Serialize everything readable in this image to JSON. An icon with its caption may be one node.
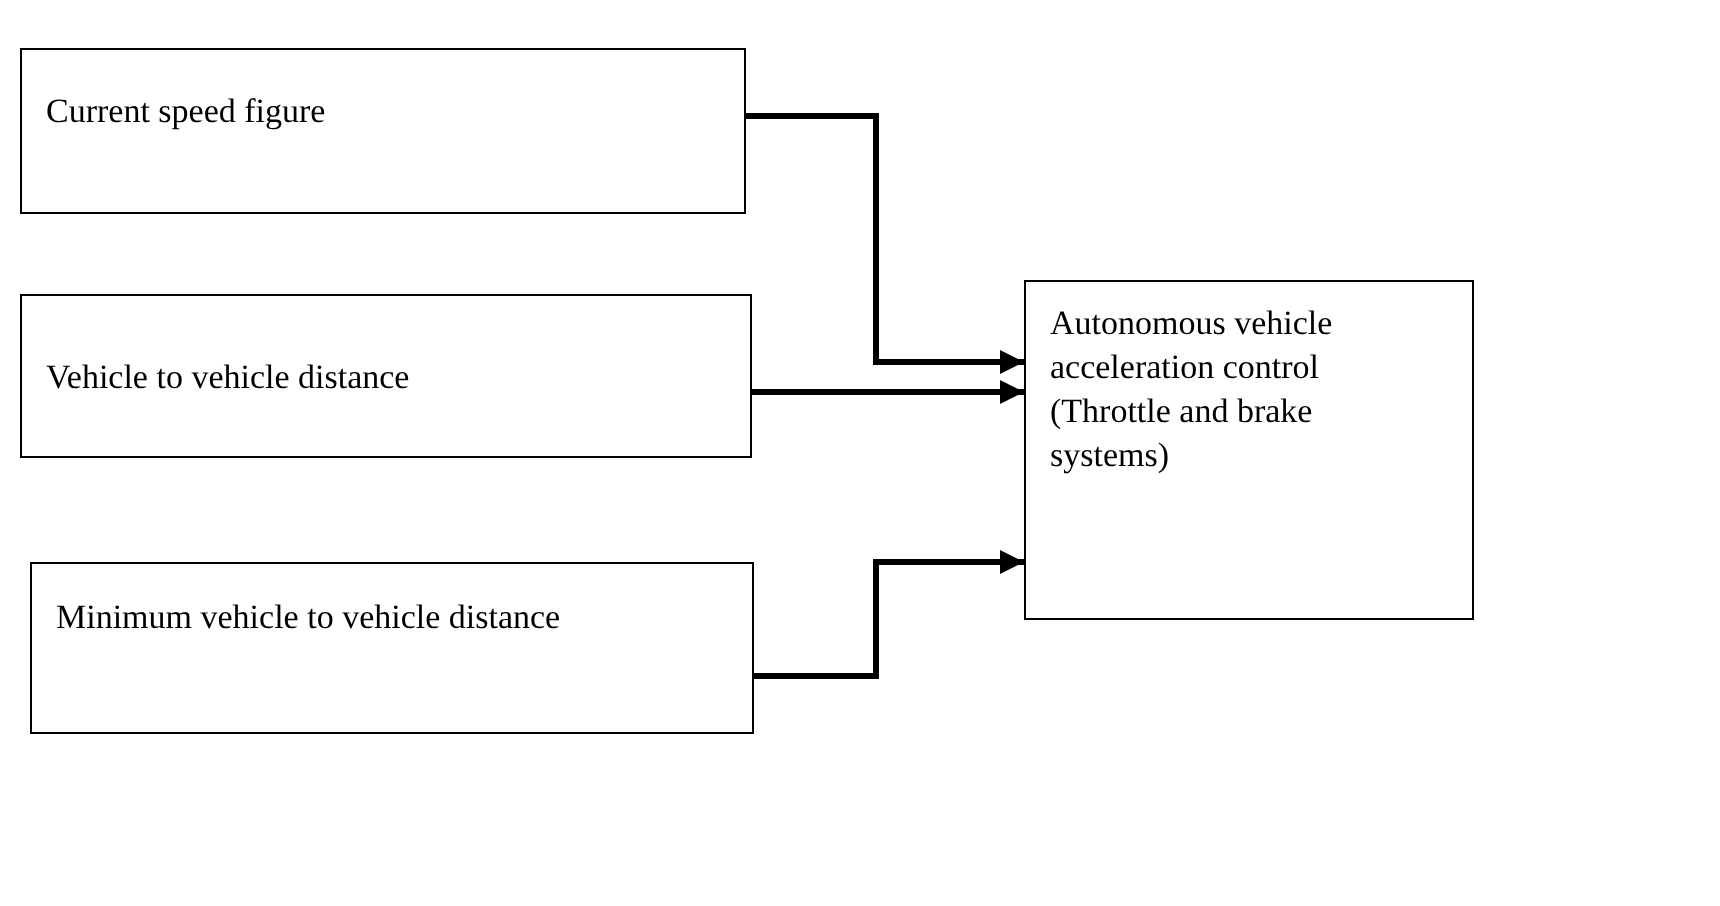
{
  "diagram": {
    "nodes": [
      {
        "text": [
          "Current speed figure"
        ]
      },
      {
        "text": [
          "Vehicle to vehicle distance"
        ]
      },
      {
        "text": [
          "Minimum vehicle to vehicle distance"
        ]
      },
      {
        "text": [
          "Autonomous vehicle acceleration control (Throttle and brake systems)"
        ]
      }
    ],
    "edges": [
      {
        "from": 0,
        "to": 3,
        "arrow": "to"
      },
      {
        "from": 1,
        "to": 3,
        "arrow": "to"
      },
      {
        "from": 2,
        "to": 3,
        "arrow": "to"
      }
    ]
  }
}
